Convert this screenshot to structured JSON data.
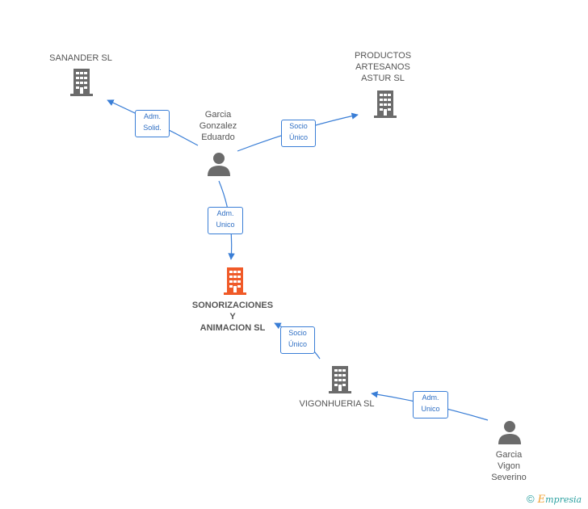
{
  "nodes": {
    "sanander": {
      "label": "SANANDER SL",
      "type": "company"
    },
    "productos": {
      "label": "PRODUCTOS\nARTESANOS\nASTUR  SL",
      "type": "company"
    },
    "garcia_gonzalez": {
      "label": "Garcia\nGonzalez\nEduardo",
      "type": "person"
    },
    "sonorizaciones": {
      "label": "SONORIZACIONES\nY\nANIMACION SL",
      "type": "company-main"
    },
    "vigonhueria": {
      "label": "VIGONHUERIA SL",
      "type": "company"
    },
    "garcia_vigon": {
      "label": "Garcia\nVigon\nSeverino",
      "type": "person"
    }
  },
  "edges": {
    "e1": {
      "label": "Adm.\nSolid.",
      "from": "garcia_gonzalez",
      "to": "sanander"
    },
    "e2": {
      "label": "Socio\nÚnico",
      "from": "garcia_gonzalez",
      "to": "productos"
    },
    "e3": {
      "label": "Adm.\nUnico",
      "from": "garcia_gonzalez",
      "to": "sonorizaciones"
    },
    "e4": {
      "label": "Socio\nÚnico",
      "from": "vigonhueria",
      "to": "sonorizaciones"
    },
    "e5": {
      "label": "Adm.\nUnico",
      "from": "garcia_vigon",
      "to": "vigonhueria"
    }
  },
  "colors": {
    "edge": "#3a7ed6",
    "icon": "#6b6b6b",
    "main_icon": "#f05a28"
  },
  "brand": {
    "copyright": "©",
    "first_letter": "E",
    "rest": "mpresia"
  }
}
